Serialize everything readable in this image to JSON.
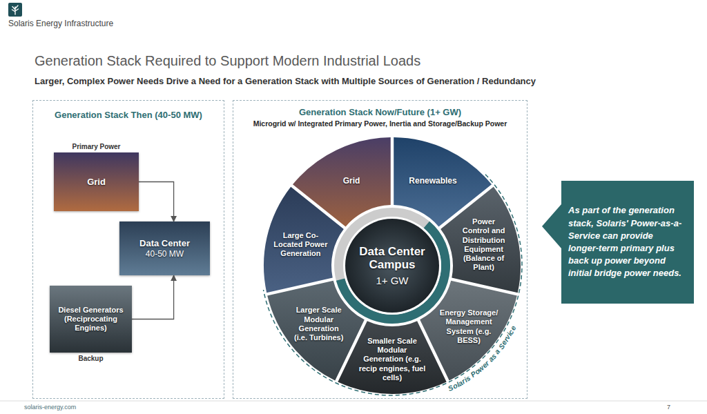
{
  "diagram": {
    "title": "Generation Stack Required to Support Modern Industrial Loads",
    "nodes": [
      {
        "text": [
          "Generation Stack Then (40-50 MW)"
        ]
      },
      {
        "text": [
          "Primary Power",
          "Grid"
        ],
        "in": 0
      },
      {
        "text": [
          "Data Center",
          "40-50 MW"
        ],
        "in": 0
      },
      {
        "text": [
          "Diesel Generators (Reciprocating Engines)",
          "Backup"
        ],
        "in": 0
      },
      {
        "text": [
          "Generation Stack Now/Future (1+ GW)",
          "Microgrid w/ Integrated Primary Power, Inertia and Storage/Backup Power"
        ]
      },
      {
        "text": [
          "Grid"
        ],
        "in": 4
      },
      {
        "text": [
          "Renewables"
        ],
        "in": 4
      },
      {
        "text": [
          "Power Control and Distribution Equipment (Balance of Plant)"
        ],
        "in": 4
      },
      {
        "text": [
          "Energy Storage/ Management System (e.g. BESS)"
        ],
        "in": 4
      },
      {
        "text": [
          "Smaller Scale Modular Generation (e.g. recip engines, fuel cells)"
        ],
        "in": 4
      },
      {
        "text": [
          "Larger Scale Modular Generation (i.e. Turbines)"
        ],
        "in": 4
      },
      {
        "text": [
          "Large Co-Located Power Generation"
        ],
        "in": 4
      },
      {
        "text": [
          "Data Center Campus",
          "1+ GW"
        ],
        "in": 4
      },
      {
        "text": [
          "As part of the generation stack, Solaris' Power-as-a-Service can provide longer-term primary plus back up power beyond initial bridge power needs."
        ]
      }
    ],
    "edges": [
      {
        "from": 1,
        "to": 2,
        "arrow": "to"
      },
      {
        "from": 3,
        "to": 2,
        "arrow": "to"
      }
    ],
    "labels": [
      "Solaris Energy Infrastructure",
      "Larger, Complex Power Needs Drive a Need for a Generation Stack with Multiple Sources of Generation / Redundancy",
      "Solaris Power as a Service",
      "solaris-energy.com",
      "7"
    ]
  }
}
